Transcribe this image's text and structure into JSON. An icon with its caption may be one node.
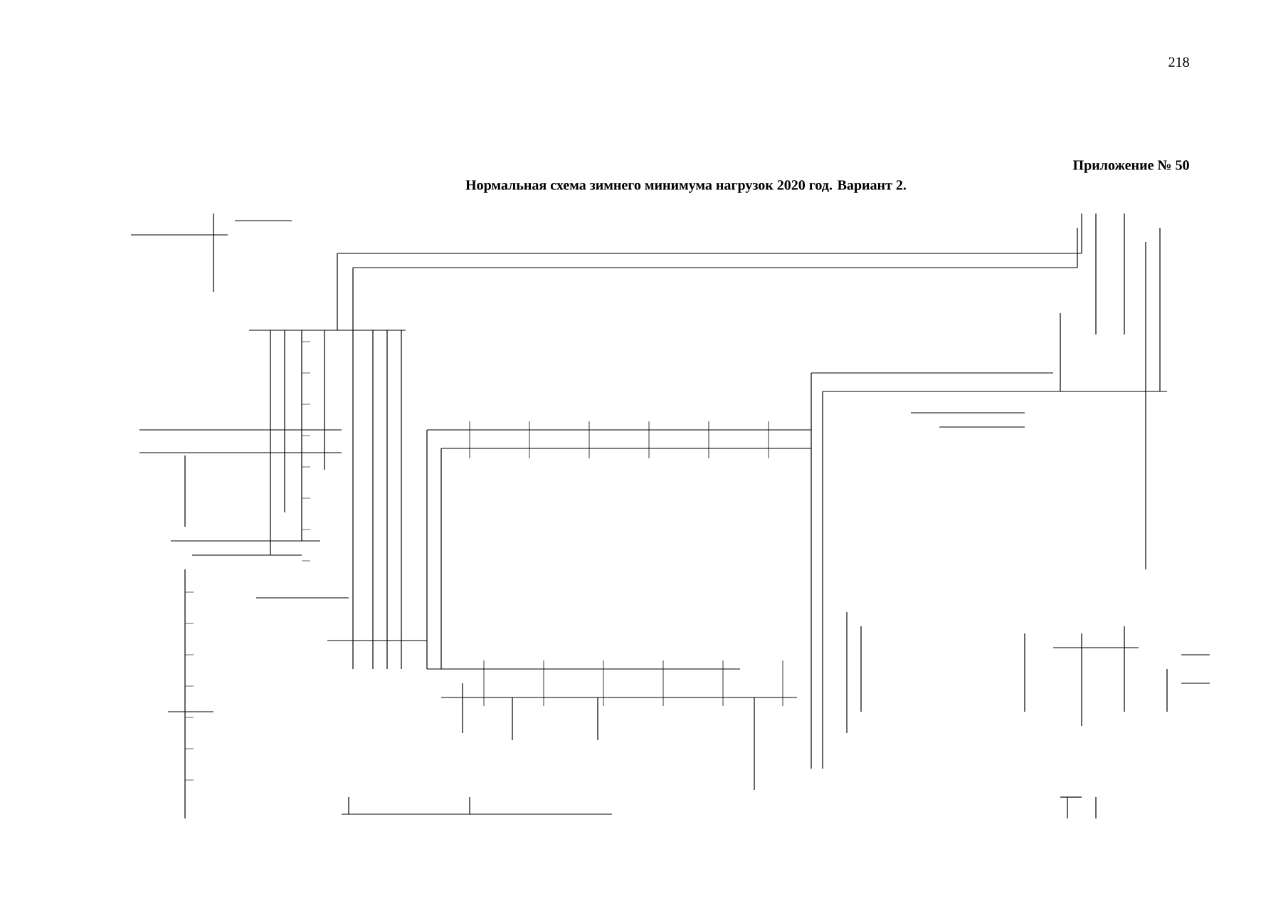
{
  "diagram": {
    "title": "Нормальная схема зимнего минимума нагрузок 2020 год. Вариант 2.",
    "labels": [
      "218",
      "Приложение № 50"
    ]
  }
}
